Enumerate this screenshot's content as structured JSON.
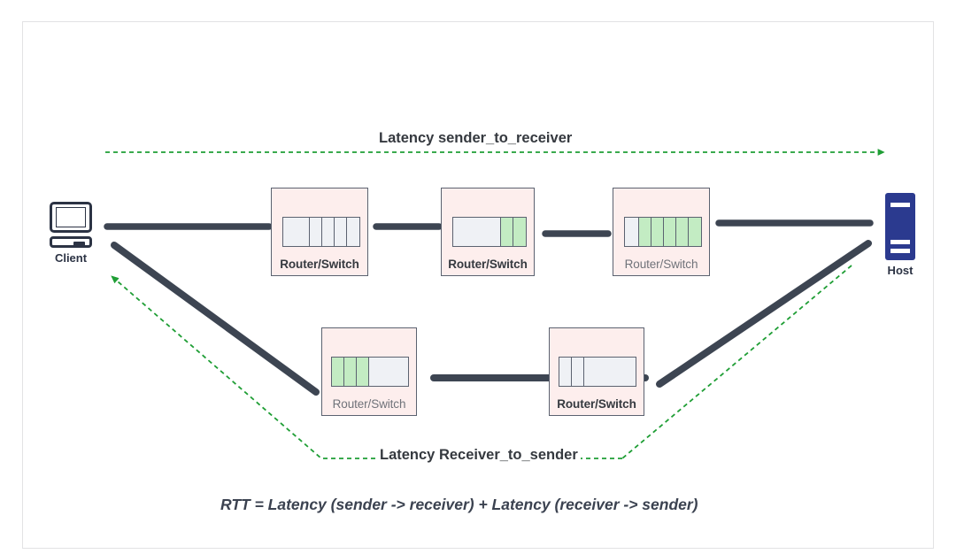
{
  "diagram": {
    "title": "RTT latency path diagram",
    "colors": {
      "link": "#3d4552",
      "latency_line": "#1f9e35",
      "router_fill": "#fdeeed",
      "router_border": "#5b6270",
      "queue_fill": "#eff1f5",
      "queue_green": "#c3ecc3",
      "host_fill": "#2b3a8f",
      "client_stroke": "#2c3344",
      "text": "#35393f",
      "canvas_border": "#e2e2e4",
      "background": "#ffffff"
    },
    "annotations": {
      "forward_latency_label": "Latency sender_to_receiver",
      "reverse_latency_label": "Latency Receiver_to_sender",
      "rtt_formula": "RTT =  Latency (sender -> receiver) + Latency (receiver -> sender)"
    },
    "endpoints": {
      "client": {
        "label": "Client",
        "icon": "desktop-computer-icon"
      },
      "host": {
        "label": "Host",
        "icon": "server-tower-icon"
      }
    },
    "forward_path": {
      "name": "sender_to_receiver",
      "direction": "left-to-right",
      "arrow": "right",
      "nodes": [
        {
          "label": "Router/Switch",
          "queue_segments": 4,
          "queue_filled": 0,
          "fill_side": "right",
          "label_muted": false
        },
        {
          "label": "Router/Switch",
          "queue_segments": 2,
          "queue_filled": 2,
          "fill_side": "right",
          "label_muted": false
        },
        {
          "label": "Router/Switch",
          "queue_segments": 5,
          "queue_filled": 5,
          "fill_side": "right",
          "label_muted": true
        }
      ]
    },
    "reverse_path": {
      "name": "Receiver_to_sender",
      "direction": "right-to-left",
      "arrow": "left",
      "nodes": [
        {
          "label": "Router/Switch",
          "queue_segments": 3,
          "queue_filled": 3,
          "fill_side": "left",
          "label_muted": true
        },
        {
          "label": "Router/Switch",
          "queue_segments": 2,
          "queue_filled": 0,
          "fill_side": "left",
          "label_muted": false
        }
      ]
    }
  }
}
